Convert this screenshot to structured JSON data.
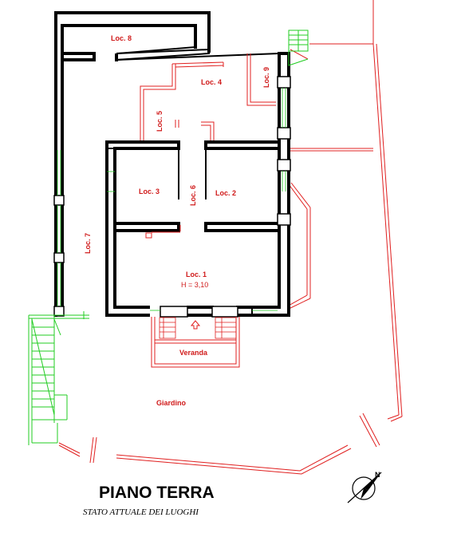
{
  "rooms": {
    "loc8": "Loc. 8",
    "loc9": "Loc. 9",
    "loc4": "Loc. 4",
    "loc5": "Loc. 5",
    "loc3": "Loc. 3",
    "loc6": "Loc. 6",
    "loc2": "Loc. 2",
    "loc7": "Loc. 7",
    "loc1": "Loc. 1",
    "loc1_height": "H = 3,10",
    "veranda": "Veranda",
    "giardino": "Giardino"
  },
  "title": "PIANO TERRA",
  "subtitle": "STATO ATTUALE DEI LUOGHI",
  "colors": {
    "walls": "#000000",
    "partitions": "#e02020",
    "stairs": "#22cc22",
    "labels": "#d01a1a"
  },
  "icons": {
    "north": "north-arrow-compass-icon",
    "entrance": "entrance-arrow-icon"
  }
}
